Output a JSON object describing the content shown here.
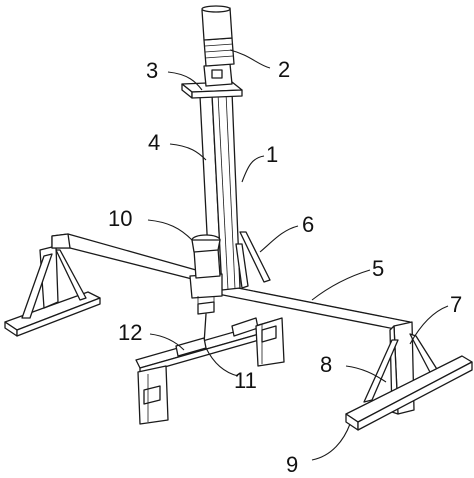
{
  "labels": [
    {
      "id": "1",
      "text": "1"
    },
    {
      "id": "2",
      "text": "2"
    },
    {
      "id": "3",
      "text": "3"
    },
    {
      "id": "4",
      "text": "4"
    },
    {
      "id": "5",
      "text": "5"
    },
    {
      "id": "6",
      "text": "6"
    },
    {
      "id": "7",
      "text": "7"
    },
    {
      "id": "8",
      "text": "8"
    },
    {
      "id": "9",
      "text": "9"
    },
    {
      "id": "10",
      "text": "10"
    },
    {
      "id": "11",
      "text": "11"
    },
    {
      "id": "12",
      "text": "12"
    }
  ],
  "colors": {
    "line": "#1a1a1a",
    "background": "#ffffff"
  }
}
